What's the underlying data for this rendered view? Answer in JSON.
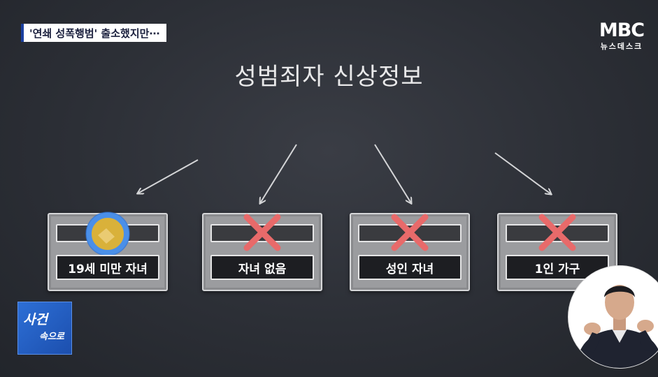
{
  "headline": "'연쇄 성폭행범' 출소했지만⋯",
  "logo": {
    "main": "MBC",
    "sub": "뉴스데스크"
  },
  "title": "성범죄자 신상정보",
  "cards": [
    {
      "label": "19세 미만 자녀",
      "mark": "check"
    },
    {
      "label": "자녀 없음",
      "mark": "x"
    },
    {
      "label": "성인 자녀",
      "mark": "x"
    },
    {
      "label": "1인 가구",
      "mark": "x"
    }
  ],
  "badge": {
    "line1": "사건",
    "line2": "속으로"
  },
  "colors": {
    "x_mark": "#e86a6a",
    "check_ring": "#4a8fe8",
    "check_fill": "#e2b53a",
    "badge": "#2459c0"
  }
}
